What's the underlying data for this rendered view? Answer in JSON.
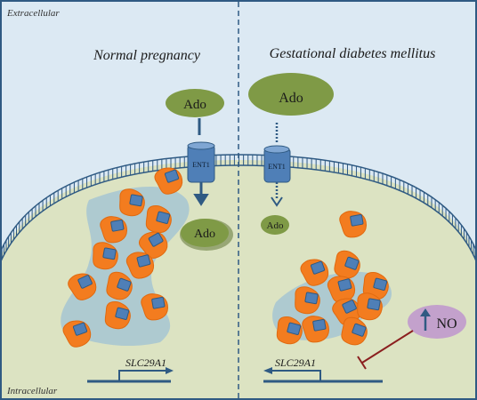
{
  "labels": {
    "extracellular": "Extracellular",
    "intracellular": "Intracellular",
    "left_title": "Normal pregnancy",
    "right_title": "Gestational diabetes mellitus",
    "ado": "Ado",
    "ent1": "ENT1",
    "gene": "SLC29A1",
    "no": "NO"
  },
  "colors": {
    "extracellular_bg": "#dce9f3",
    "cytoplasm": "#dce3c2",
    "membrane": "#2f5a83",
    "ado_fill": "#7f9a46",
    "ado_shadow": "#6b7f41",
    "vesicle_band": "#a9c6d2",
    "transporter_orange": "#f37c1f",
    "transporter_blue": "#4f7fb7",
    "arrow": "#2f5a83",
    "no_fill": "#c3a1cc",
    "inhibition": "#8b1f1f"
  }
}
